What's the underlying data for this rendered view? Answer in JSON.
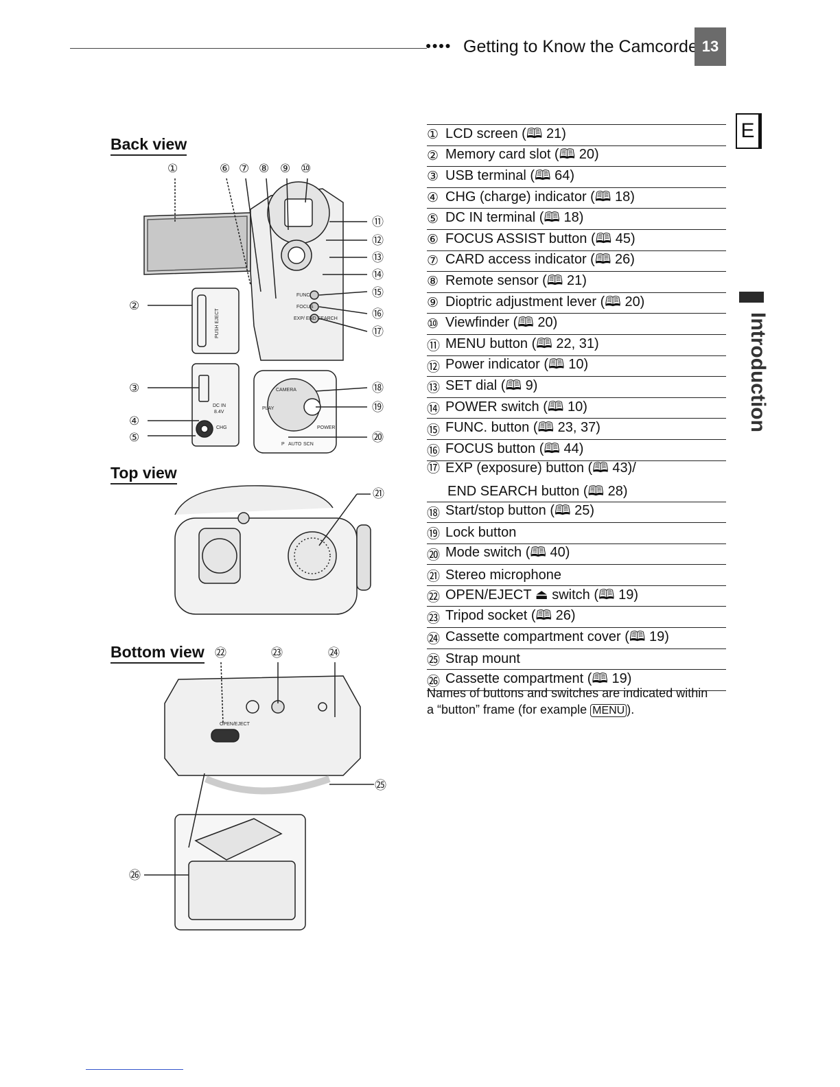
{
  "header": {
    "dots": "●●●●",
    "title": "Getting to Know the Camcorder",
    "page_number": "13",
    "language_tab": "E",
    "side_tab": "Introduction"
  },
  "sections": {
    "back_view": "Back view",
    "top_view": "Top view",
    "bottom_view": "Bottom view"
  },
  "callouts": {
    "back_top": [
      "①",
      "⑥",
      "⑦",
      "⑧",
      "⑨",
      "⑩"
    ],
    "back_right": [
      "⑪",
      "⑫",
      "⑬",
      "⑭",
      "⑮",
      "⑯",
      "⑰",
      "⑱",
      "⑲",
      "⑳"
    ],
    "back_left": [
      "②",
      "③",
      "④",
      "⑤"
    ],
    "top_right": "㉑",
    "bottom_top": [
      "㉒",
      "㉓",
      "㉔"
    ],
    "bottom_right": "㉕",
    "bottom_left": "㉖"
  },
  "diagram_labels": {
    "push_eject": "PUSH EJECT",
    "dc_in": "DC IN",
    "voltage": "8.4V",
    "chg": "CHG",
    "func": "FUNC.",
    "focus": "FOCUS",
    "exp": "EXP/ END SEARCH",
    "camera": "CAMERA",
    "play": "PLAY",
    "power": "POWER",
    "mode_p": "P",
    "mode_auto": "AUTO",
    "mode_scn": "SCN",
    "open_eject": "OPEN/EJECT"
  },
  "parts": [
    {
      "num": "①",
      "text": "LCD screen (🕮 21)"
    },
    {
      "num": "②",
      "text": "Memory card slot (🕮 20)"
    },
    {
      "num": "③",
      "text": "USB terminal (🕮 64)"
    },
    {
      "num": "④",
      "text": "CHG (charge) indicator (🕮 18)"
    },
    {
      "num": "⑤",
      "text": "DC IN terminal (🕮 18)"
    },
    {
      "num": "⑥",
      "text": "FOCUS ASSIST button (🕮 45)"
    },
    {
      "num": "⑦",
      "text": "CARD access indicator (🕮 26)"
    },
    {
      "num": "⑧",
      "text": "Remote sensor (🕮 21)"
    },
    {
      "num": "⑨",
      "text": "Dioptric adjustment lever (🕮 20)"
    },
    {
      "num": "⑩",
      "text": "Viewfinder (🕮 20)"
    },
    {
      "num": "⑪",
      "text": "MENU button (🕮 22, 31)"
    },
    {
      "num": "⑫",
      "text": "Power indicator (🕮 10)"
    },
    {
      "num": "⑬",
      "text": "SET dial (🕮 9)"
    },
    {
      "num": "⑭",
      "text": "POWER switch (🕮 10)"
    },
    {
      "num": "⑮",
      "text": "FUNC. button (🕮 23, 37)"
    },
    {
      "num": "⑯",
      "text": "FOCUS button (🕮 44)"
    },
    {
      "num": "⑰",
      "text": "EXP (exposure) button (🕮 43)/",
      "text2": "END SEARCH button (🕮 28)"
    },
    {
      "num": "⑱",
      "text": "Start/stop button (🕮 25)"
    },
    {
      "num": "⑲",
      "text": "Lock button"
    },
    {
      "num": "⑳",
      "text": "Mode switch (🕮 40)"
    },
    {
      "num": "㉑",
      "text": "Stereo microphone"
    },
    {
      "num": "㉒",
      "text": "OPEN/EJECT ⏏ switch (🕮 19)"
    },
    {
      "num": "㉓",
      "text": "Tripod socket (🕮 26)"
    },
    {
      "num": "㉔",
      "text": "Cassette compartment cover (🕮 19)"
    },
    {
      "num": "㉕",
      "text": "Strap mount"
    },
    {
      "num": "㉖",
      "text": "Cassette compartment (🕮 19)"
    }
  ],
  "note": {
    "line1": "Names of buttons and switches are indicated within",
    "line2_pre": "a “button” frame (for example ",
    "button_example": "MENU",
    "line2_post": ")."
  }
}
